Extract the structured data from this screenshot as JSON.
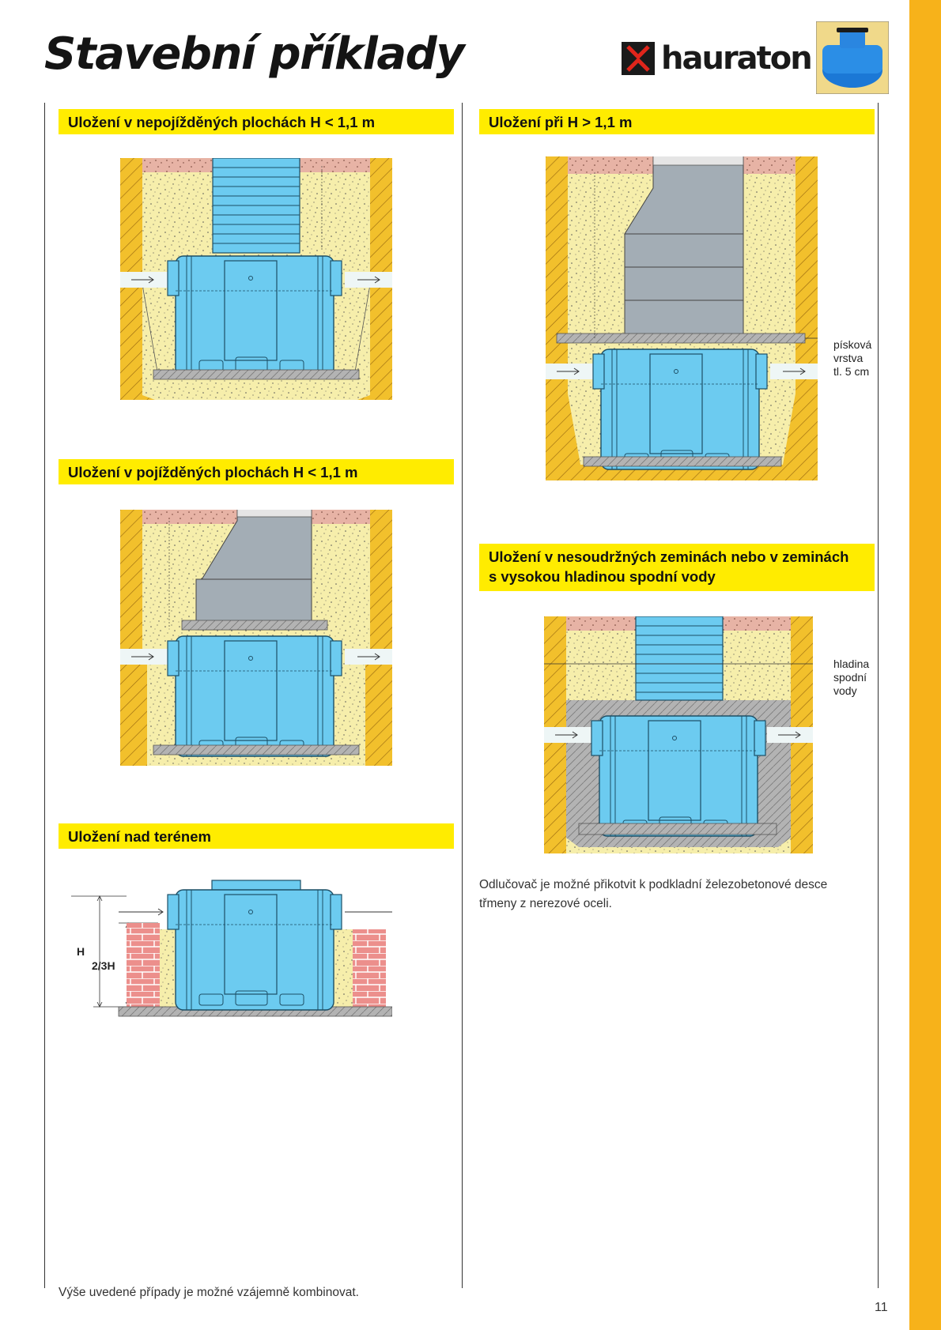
{
  "header": {
    "title": "Stavební příklady",
    "brand": "hauraton"
  },
  "sections": [
    {
      "heading": "Uložení v nepojížděných plochách H < 1,1 m"
    },
    {
      "heading": "Uložení v pojížděných plochách H < 1,1 m"
    },
    {
      "heading": "Uložení nad terénem"
    },
    {
      "heading": "Uložení při H > 1,1 m"
    },
    {
      "heading_line1": "Uložení v nesoudržných zeminách nebo v zeminách",
      "heading_line2": "s vysokou hladinou spodní vody"
    }
  ],
  "annotations": {
    "sand_layer": [
      "písková",
      "vrstva",
      "tl. 5 cm"
    ],
    "groundwater": [
      "hladina",
      "spodní",
      "vody"
    ],
    "dim_h": "H",
    "dim_two_thirds_h": "2/3H"
  },
  "text": {
    "anchor_note": "Odlučovač je možné přikotvit k podkladní železobetonové desce třmeny z nerezové oceli.",
    "combine_note": "Výše uvedené případy je možné vzájemně kombinovat.",
    "page_number": "11"
  },
  "colors": {
    "accent_stripe": "#f7b21a",
    "heading_bar": "#ffec00",
    "tank": "#6ccbf0",
    "soil": "#f2c02c",
    "sand": "#f6eeab",
    "concrete": "#b3b3b3"
  }
}
